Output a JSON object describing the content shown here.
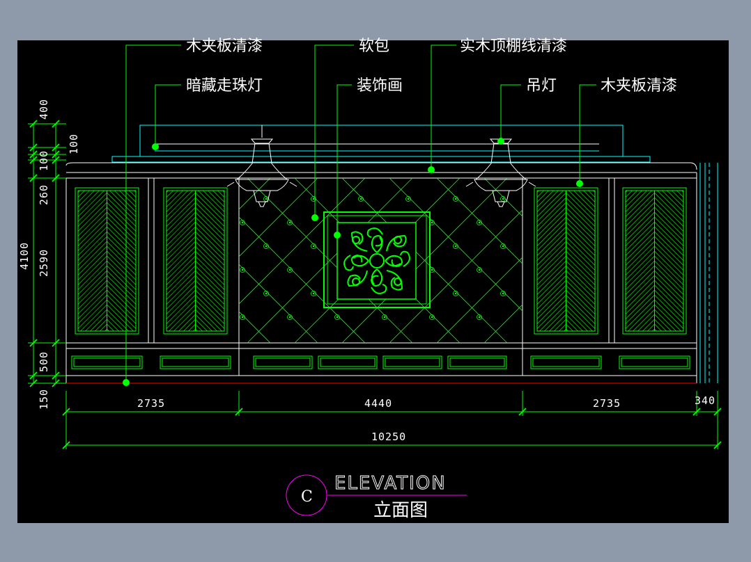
{
  "colors": {
    "background_app": "#8e99aa",
    "background": "#000000",
    "line_green": "#00ff00",
    "line_cyan": "#00ffff",
    "line_white": "#ffffff",
    "line_red": "#ff0000",
    "magenta": "#ff00ff"
  },
  "labels": {
    "top": [
      "木夹板清漆",
      "软包",
      "实木顶棚线清漆"
    ],
    "second": [
      "暗藏走珠灯",
      "装饰画",
      "吊灯",
      "木夹板清漆"
    ]
  },
  "dims": {
    "vertical_left": [
      "400",
      "100",
      "100",
      "260",
      "2590",
      "500",
      "150"
    ],
    "vertical_total": "4100",
    "horizontal": [
      "2735",
      "4440",
      "2735",
      "340"
    ],
    "horizontal_total": "10250"
  },
  "title": {
    "marker": "C",
    "english": "ELEVATION",
    "chinese": "立面图"
  }
}
